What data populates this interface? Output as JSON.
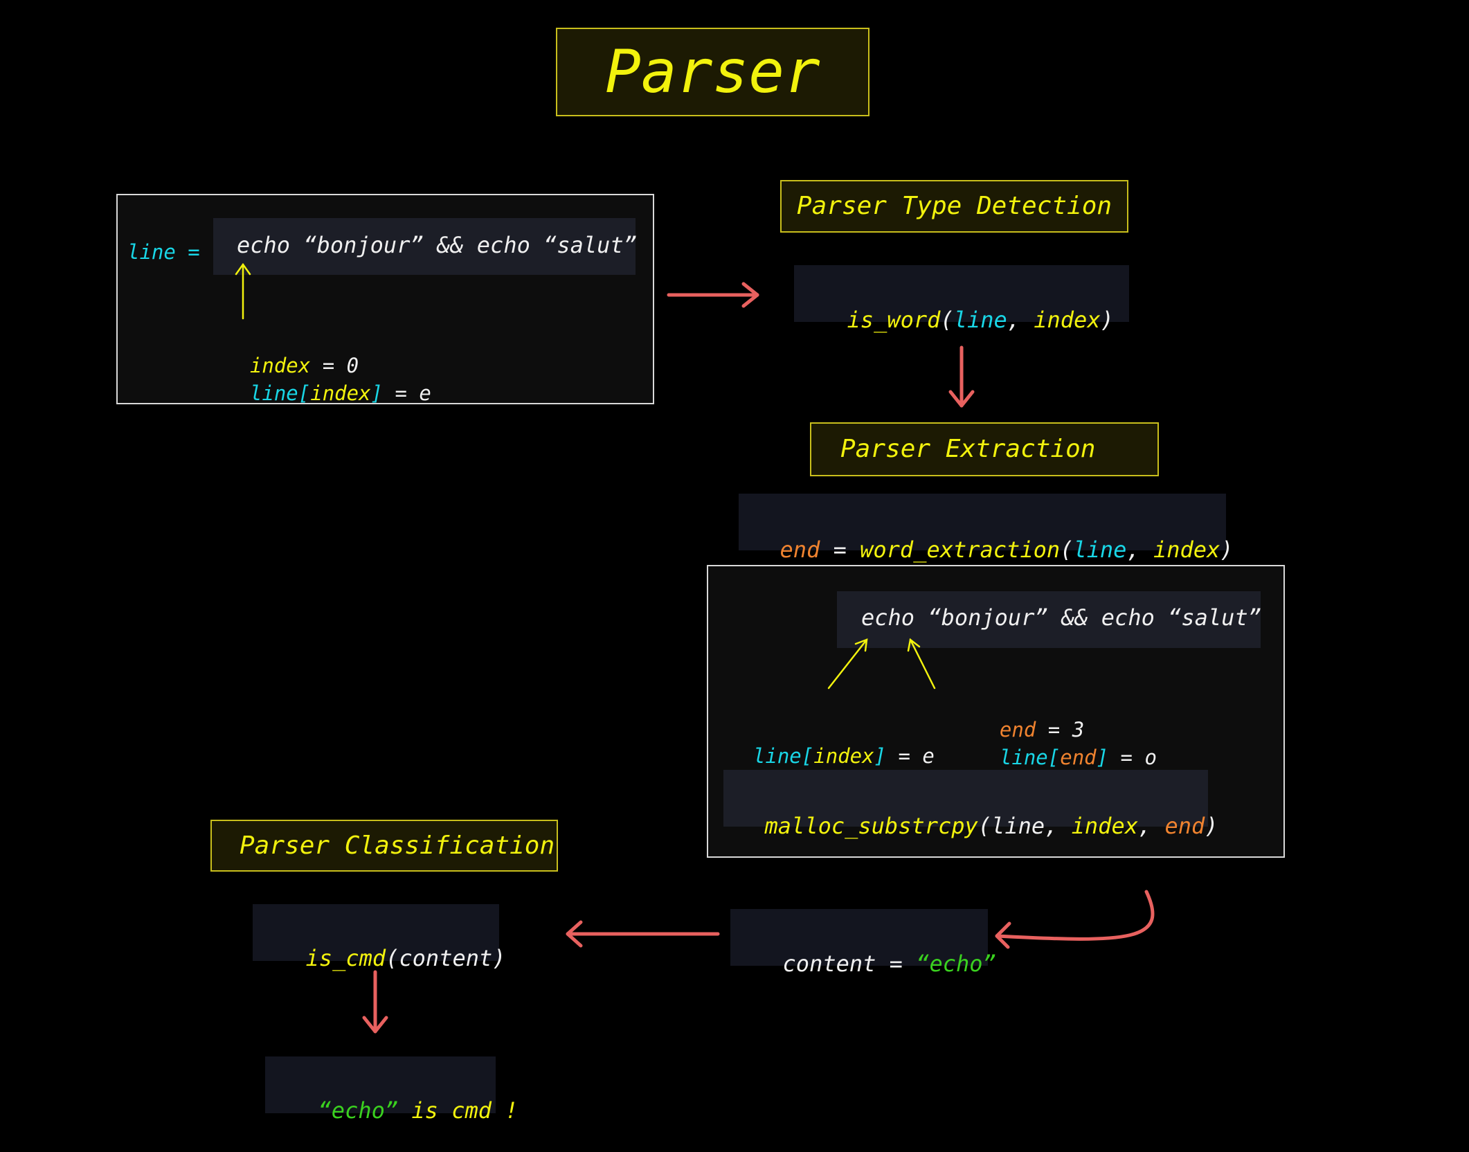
{
  "title": "Parser",
  "panel1": {
    "line_label": "line =",
    "line_value": "echo “bonjour” && echo “salut”",
    "index_name": "index",
    "index_eq": " = 0",
    "line_name": "line",
    "bracket_open": "[",
    "index_ref": "index",
    "bracket_close": "]",
    "char_eq": " = e"
  },
  "detection": {
    "title": "Parser Type Detection",
    "fn": "is_word",
    "paren_open": "(",
    "arg_line": "line",
    "comma": ", ",
    "arg_index": "index",
    "paren_close": ")"
  },
  "extraction": {
    "title": "Parser Extraction",
    "var_end": "end",
    "assign": " = ",
    "fn": "word_extraction",
    "paren_open": "(",
    "arg_line": "line",
    "comma": ", ",
    "arg_index": "index",
    "paren_close": ")"
  },
  "panel2": {
    "line_value": "echo “bonjour” && echo “salut”",
    "line_name": "line",
    "bracket_open": "[",
    "index_ref": "index",
    "bracket_close": "]",
    "char_e_eq": " = e",
    "end_name": "end",
    "end_eq": " = 3",
    "line_name2": "line",
    "bracket_open2": "[",
    "end_ref": "end",
    "bracket_close2": "]",
    "char_o_eq": " = o",
    "fn": "malloc_substrcpy",
    "paren_open": "(",
    "arg_line": "line",
    "comma1": ", ",
    "arg_index": "index",
    "comma2": ", ",
    "arg_end": "end",
    "paren_close": ")"
  },
  "content": {
    "name": "content",
    "eq": " = ",
    "value": "“echo”"
  },
  "classification": {
    "title": "Parser Classification",
    "fn": "is_cmd",
    "args": "(content)"
  },
  "result": {
    "quoted": "“echo”",
    "text": " is cmd !"
  },
  "colors": {
    "keyword_yellow": "#f2f20d",
    "variable_cyan": "#19d6e6",
    "end_orange": "#f0832f",
    "string_green": "#3ad11f",
    "arrow_red": "#e8615f"
  }
}
